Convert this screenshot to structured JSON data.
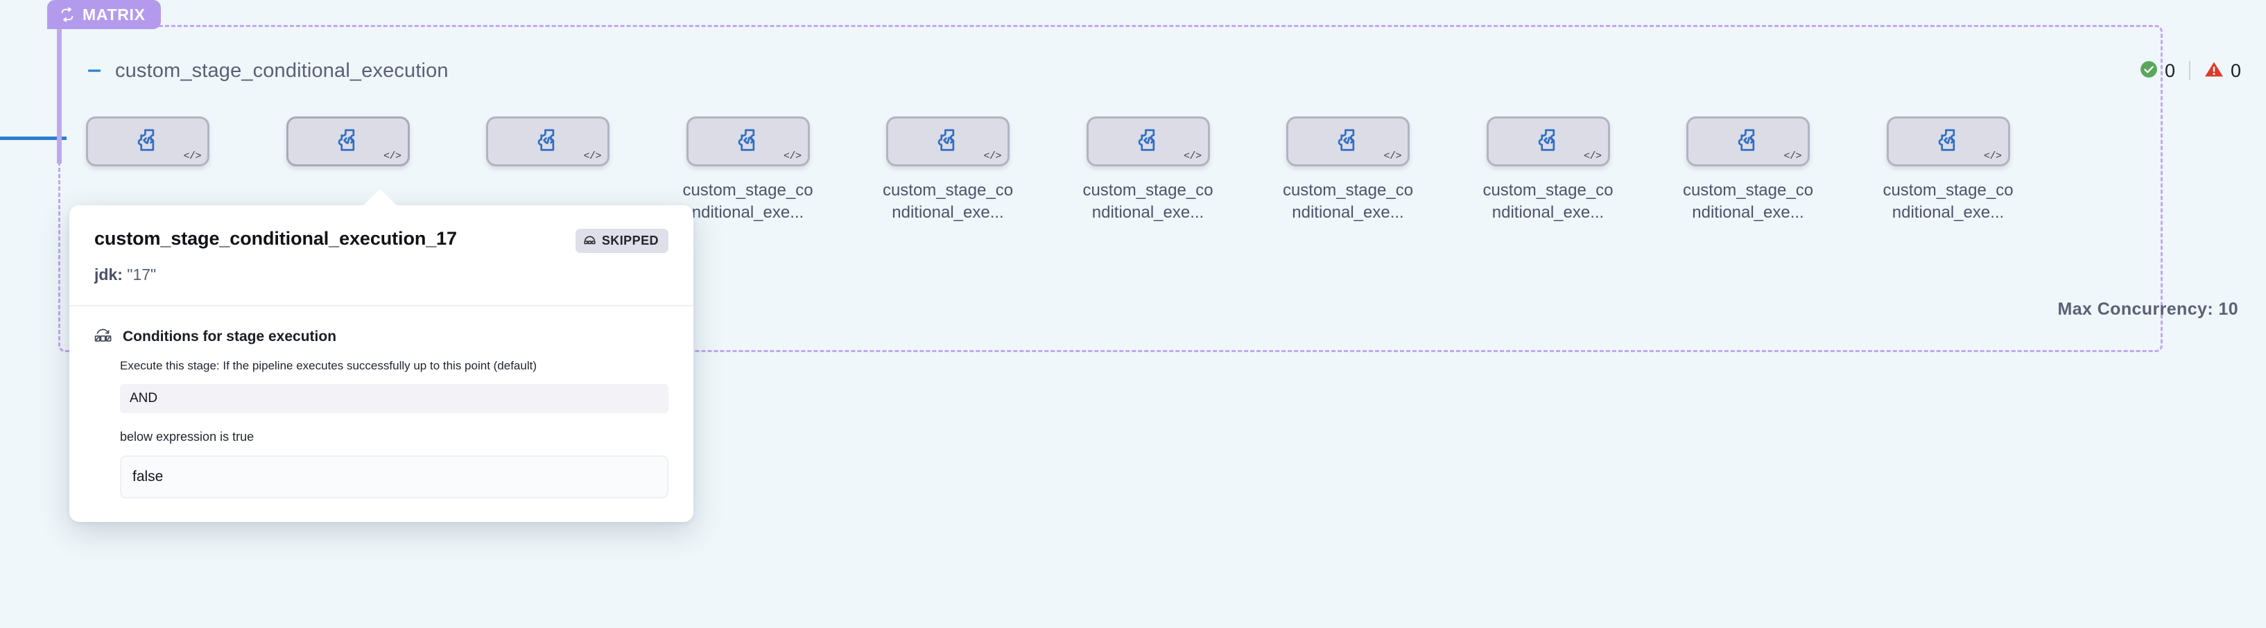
{
  "matrix": {
    "badge_label": "MATRIX",
    "badge_icon": "loop-icon",
    "badge_color": "#b49aec",
    "border_color": "#c0a8ee",
    "group_title": "custom_stage_conditional_execution",
    "collapse_icon": "minus-icon",
    "max_concurrency_label": "Max Concurrency: 10"
  },
  "status": {
    "success_icon": "check-circle-icon",
    "success_count": "0",
    "success_color": "#5aa75c",
    "warning_icon": "warning-triangle-icon",
    "warning_count": "0",
    "warning_color": "#dd3b2a"
  },
  "nodes": [
    {
      "label": "",
      "icon": "custom-stage-code-icon",
      "badge_icon": "code-icon",
      "selected": false
    },
    {
      "label": "",
      "icon": "custom-stage-code-icon",
      "badge_icon": "code-icon",
      "selected": true
    },
    {
      "label": "",
      "icon": "custom-stage-code-icon",
      "badge_icon": "code-icon",
      "selected": false
    },
    {
      "label": "custom_stage_conditional_exe...",
      "icon": "custom-stage-code-icon",
      "badge_icon": "code-icon",
      "selected": false
    },
    {
      "label": "custom_stage_conditional_exe...",
      "icon": "custom-stage-code-icon",
      "badge_icon": "code-icon",
      "selected": false
    },
    {
      "label": "custom_stage_conditional_exe...",
      "icon": "custom-stage-code-icon",
      "badge_icon": "code-icon",
      "selected": false
    },
    {
      "label": "custom_stage_conditional_exe...",
      "icon": "custom-stage-code-icon",
      "badge_icon": "code-icon",
      "selected": false
    },
    {
      "label": "custom_stage_conditional_exe...",
      "icon": "custom-stage-code-icon",
      "badge_icon": "code-icon",
      "selected": false
    },
    {
      "label": "custom_stage_conditional_exe...",
      "icon": "custom-stage-code-icon",
      "badge_icon": "code-icon",
      "selected": false
    },
    {
      "label": "custom_stage_conditional_exe...",
      "icon": "custom-stage-code-icon",
      "badge_icon": "code-icon",
      "selected": false
    }
  ],
  "popover": {
    "title": "custom_stage_conditional_execution_17",
    "status_badge": "SKIPPED",
    "status_badge_icon": "skip-icon",
    "param_key": "jdk:",
    "param_value": "\"17\"",
    "conditions_icon": "conditions-flow-icon",
    "conditions_heading": "Conditions for stage execution",
    "conditions_description": "Execute this stage: If the pipeline executes successfully up to this point (default)",
    "operator": "AND",
    "expression_label": "below expression is true",
    "expression_value": "false"
  }
}
